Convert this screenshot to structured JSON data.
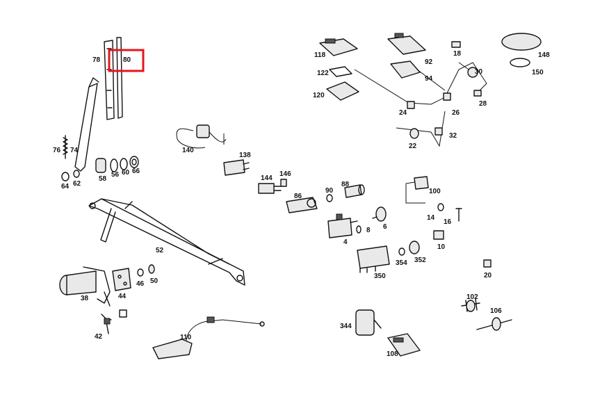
{
  "diagram": {
    "highlight_color": "#e4161b",
    "highlighted_label": "80",
    "labels": {
      "p4": "4",
      "p6": "6",
      "p8": "8",
      "p10": "10",
      "p14": "14",
      "p16": "16",
      "p18": "18",
      "p20": "20",
      "p22": "22",
      "p24": "24",
      "p26": "26",
      "p28": "28",
      "p30": "30",
      "p32": "32",
      "p38": "38",
      "p42": "42",
      "p44": "44",
      "p46": "46",
      "p50": "50",
      "p52": "52",
      "p56": "56",
      "p58": "58",
      "p60": "60",
      "p62": "62",
      "p64": "64",
      "p66": "66",
      "p74": "74",
      "p76": "76",
      "p78": "78",
      "p80": "80",
      "p86": "86",
      "p88": "88",
      "p90": "90",
      "p92": "92",
      "p94": "94",
      "p100": "100",
      "p102": "102",
      "p106": "106",
      "p108": "108",
      "p110": "110",
      "p118": "118",
      "p120": "120",
      "p122": "122",
      "p138": "138",
      "p140": "140",
      "p144": "144",
      "p146": "146",
      "p148": "148",
      "p150": "150",
      "p344": "344",
      "p350": "350",
      "p352": "352",
      "p354": "354"
    }
  }
}
